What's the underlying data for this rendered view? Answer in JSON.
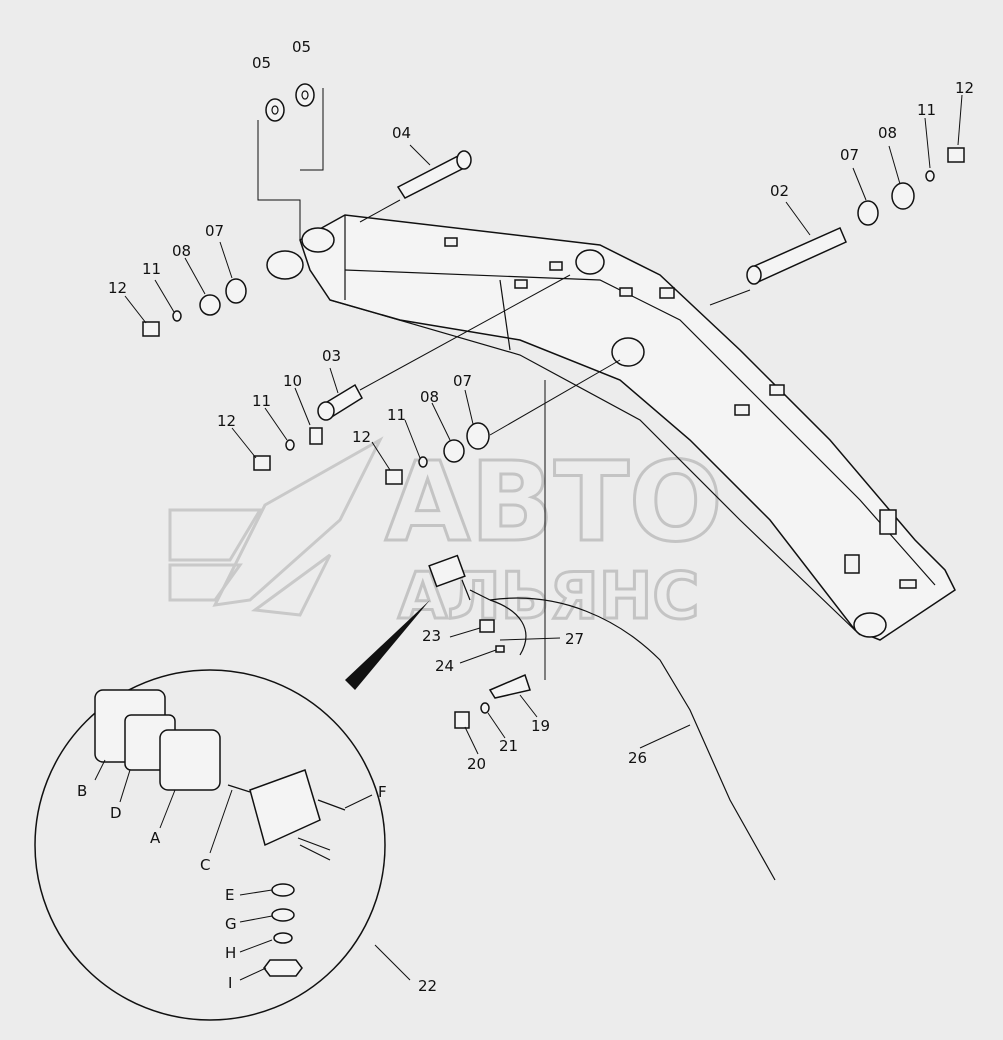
{
  "watermark": {
    "line1": "АВТО",
    "line2": "АЛЬЯНС"
  },
  "labels": {
    "p02": "02",
    "p03": "03",
    "p04": "04",
    "p05a": "05",
    "p05b": "05",
    "p07a": "07",
    "p07b": "07",
    "p07c": "07",
    "p08a": "08",
    "p08b": "08",
    "p08c": "08",
    "p10": "10",
    "p11a": "11",
    "p11b": "11",
    "p11c": "11",
    "p11d": "11",
    "p12a": "12",
    "p12b": "12",
    "p12c": "12",
    "p12d": "12",
    "p19": "19",
    "p20": "20",
    "p21": "21",
    "p22": "22",
    "p23": "23",
    "p24": "24",
    "p26": "26",
    "p27": "27",
    "A": "A",
    "B": "B",
    "C": "C",
    "D": "D",
    "E": "E",
    "F": "F",
    "G": "G",
    "H": "H",
    "I": "I"
  }
}
